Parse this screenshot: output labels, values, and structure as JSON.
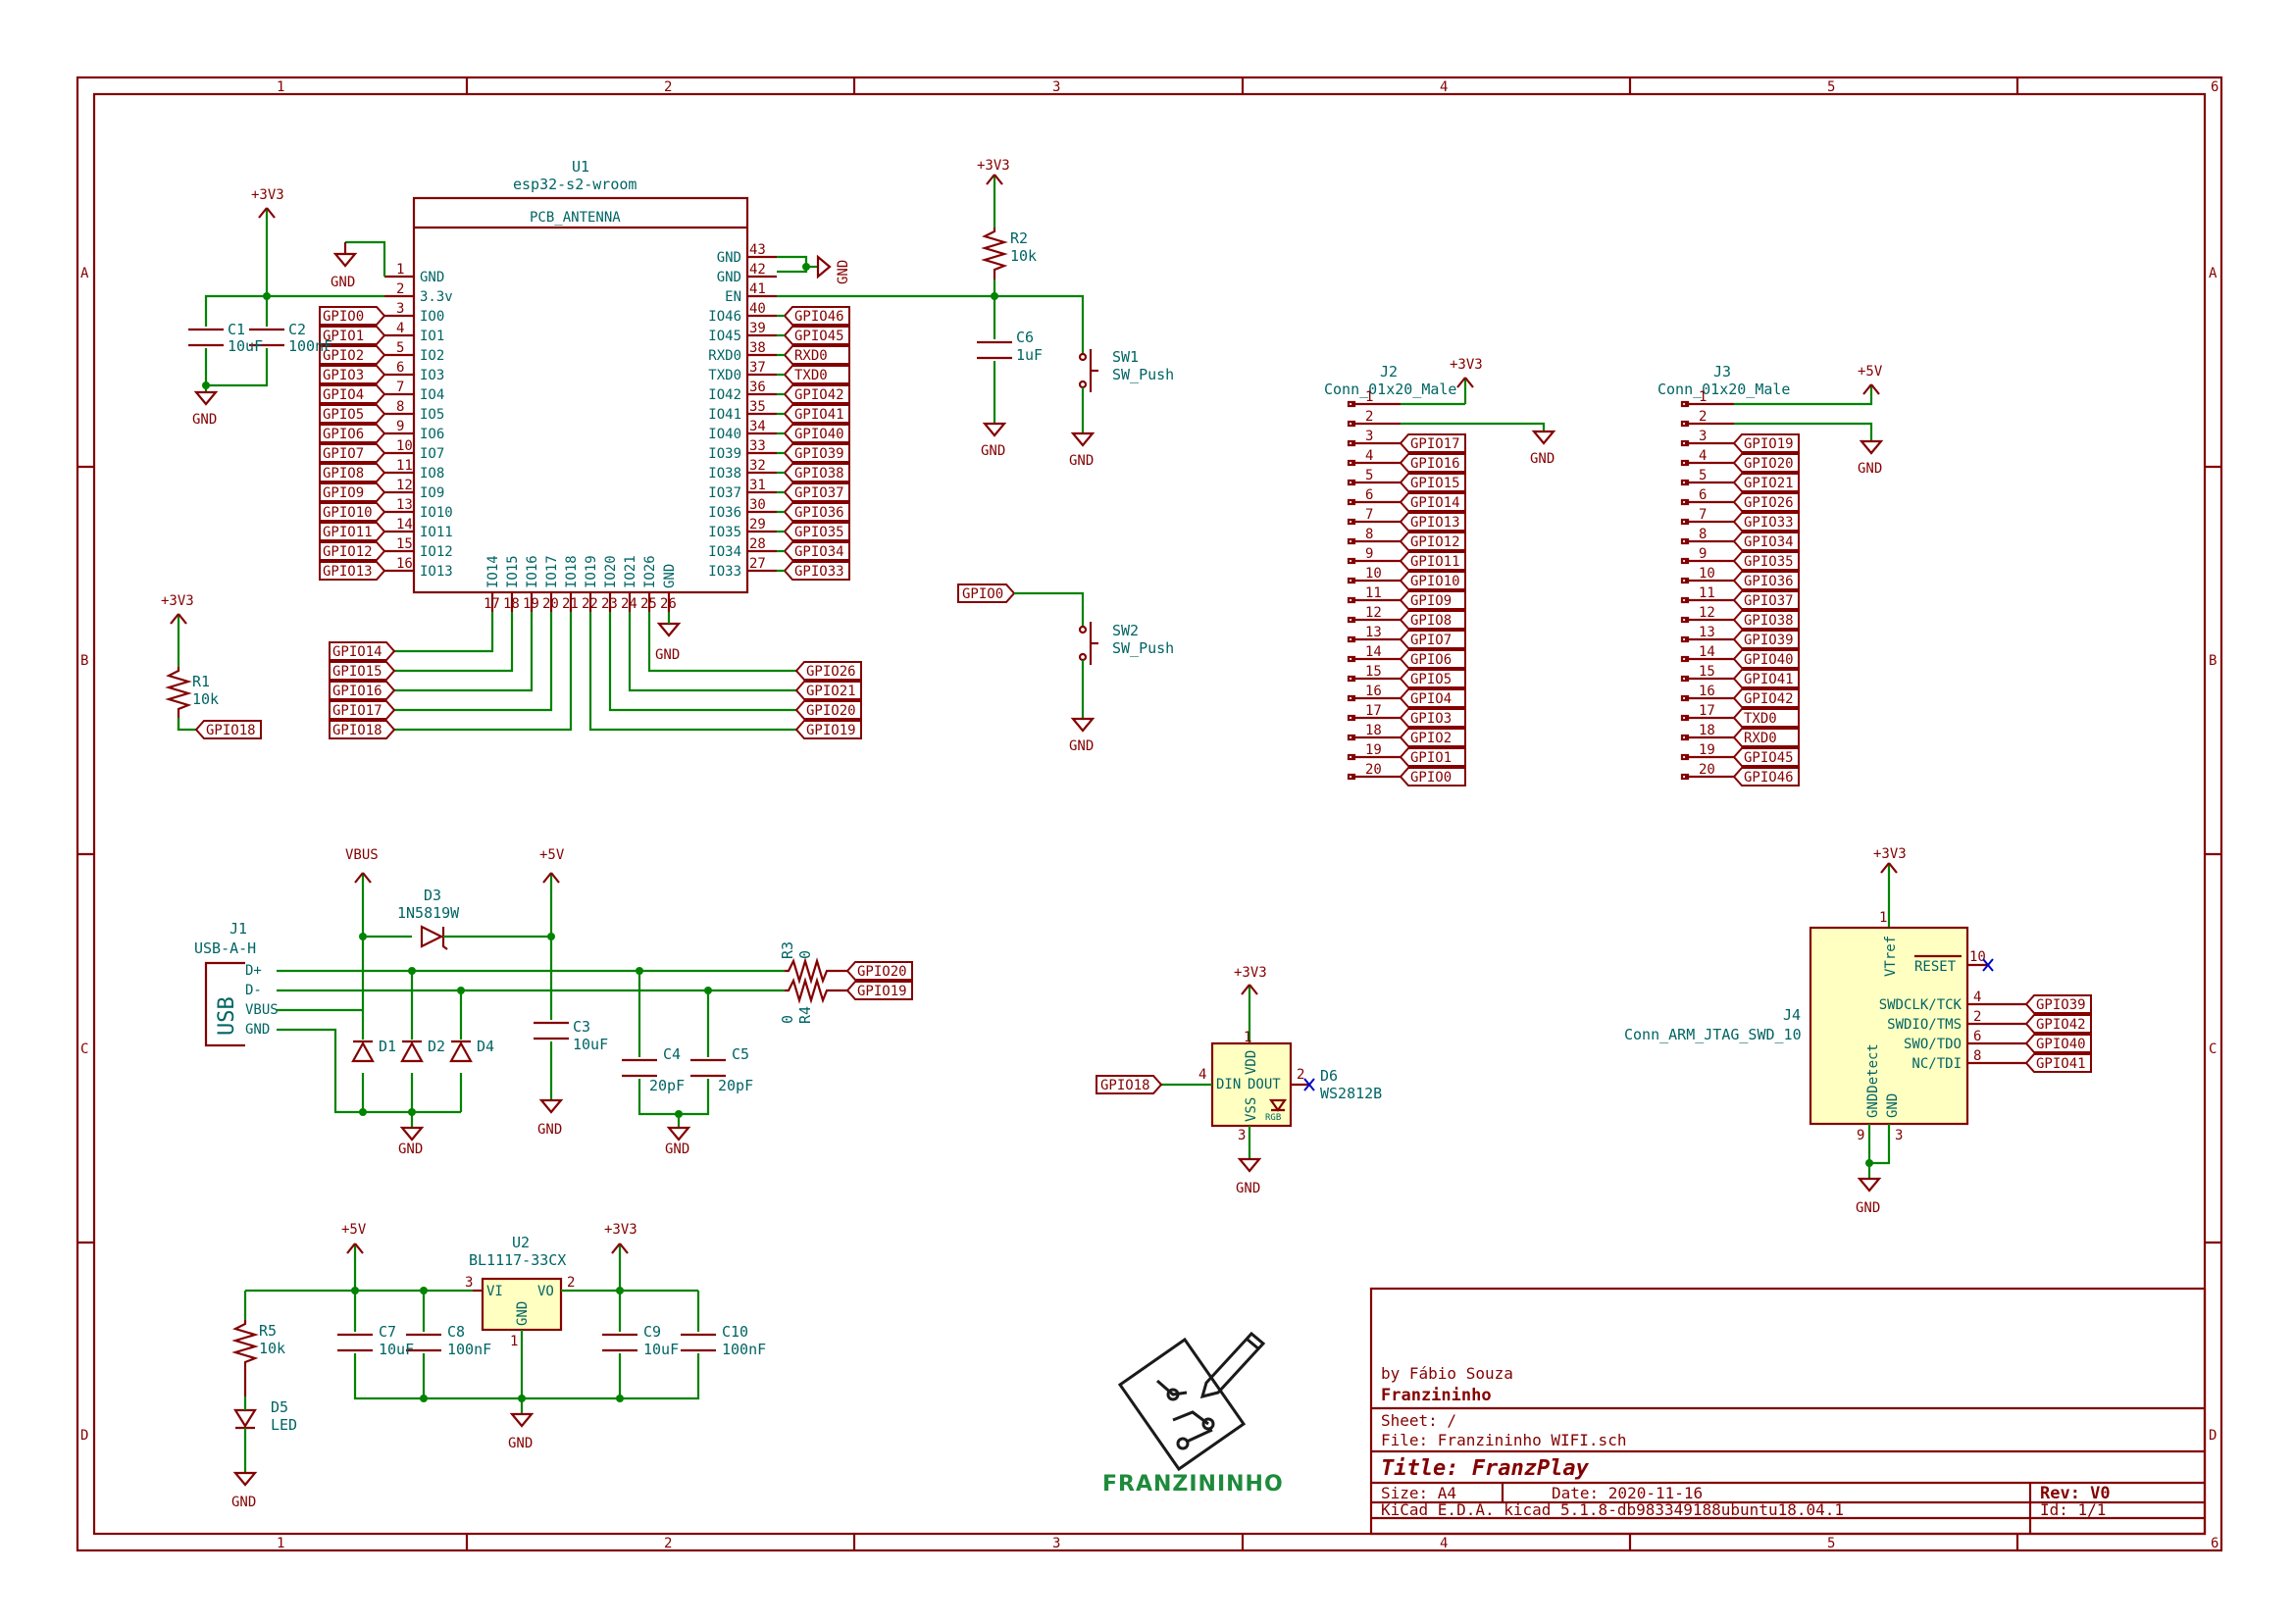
{
  "grid": {
    "cols": [
      "1",
      "2",
      "3",
      "4",
      "5",
      "6"
    ],
    "rows": [
      "A",
      "B",
      "C",
      "D"
    ]
  },
  "u1": {
    "ref": "U1",
    "value": "esp32-s2-wroom",
    "antenna": "PCB_ANTENNA",
    "left_pins": [
      {
        "num": "1",
        "name": "GND"
      },
      {
        "num": "2",
        "name": "3.3v"
      },
      {
        "num": "3",
        "name": "IO0"
      },
      {
        "num": "4",
        "name": "IO1"
      },
      {
        "num": "5",
        "name": "IO2"
      },
      {
        "num": "6",
        "name": "IO3"
      },
      {
        "num": "7",
        "name": "IO4"
      },
      {
        "num": "8",
        "name": "IO5"
      },
      {
        "num": "9",
        "name": "IO6"
      },
      {
        "num": "10",
        "name": "IO7"
      },
      {
        "num": "11",
        "name": "IO8"
      },
      {
        "num": "12",
        "name": "IO9"
      },
      {
        "num": "13",
        "name": "IO10"
      },
      {
        "num": "14",
        "name": "IO11"
      },
      {
        "num": "15",
        "name": "IO12"
      },
      {
        "num": "16",
        "name": "IO13"
      }
    ],
    "left_labels": [
      "GPIO0",
      "GPIO1",
      "GPIO2",
      "GPIO3",
      "GPIO4",
      "GPIO5",
      "GPIO6",
      "GPIO7",
      "GPIO8",
      "GPIO9",
      "GPIO10",
      "GPIO11",
      "GPIO12",
      "GPIO13"
    ],
    "right_pins": [
      {
        "num": "43",
        "name": "GND"
      },
      {
        "num": "42",
        "name": "GND"
      },
      {
        "num": "41",
        "name": "EN"
      },
      {
        "num": "40",
        "name": "IO46"
      },
      {
        "num": "39",
        "name": "IO45"
      },
      {
        "num": "38",
        "name": "RXD0"
      },
      {
        "num": "37",
        "name": "TXD0"
      },
      {
        "num": "36",
        "name": "IO42"
      },
      {
        "num": "35",
        "name": "IO41"
      },
      {
        "num": "34",
        "name": "IO40"
      },
      {
        "num": "33",
        "name": "IO39"
      },
      {
        "num": "32",
        "name": "IO38"
      },
      {
        "num": "31",
        "name": "IO37"
      },
      {
        "num": "30",
        "name": "IO36"
      },
      {
        "num": "29",
        "name": "IO35"
      },
      {
        "num": "28",
        "name": "IO34"
      },
      {
        "num": "27",
        "name": "IO33"
      }
    ],
    "right_labels": [
      "GPIO46",
      "GPIO45",
      "RXD0",
      "TXD0",
      "GPIO42",
      "GPIO41",
      "GPIO40",
      "GPIO39",
      "GPIO38",
      "GPIO37",
      "GPIO36",
      "GPIO35",
      "GPIO34",
      "GPIO33"
    ],
    "bottom_pins": [
      {
        "num": "17",
        "name": "IO14"
      },
      {
        "num": "18",
        "name": "IO15"
      },
      {
        "num": "19",
        "name": "IO16"
      },
      {
        "num": "20",
        "name": "IO17"
      },
      {
        "num": "21",
        "name": "IO18"
      },
      {
        "num": "22",
        "name": "IO19"
      },
      {
        "num": "23",
        "name": "IO20"
      },
      {
        "num": "24",
        "name": "IO21"
      },
      {
        "num": "25",
        "name": "IO26"
      },
      {
        "num": "26",
        "name": "GND"
      }
    ],
    "bottom_left_labels": [
      "GPIO14",
      "GPIO15",
      "GPIO16",
      "GPIO17",
      "GPIO18"
    ],
    "bottom_right_labels": [
      "GPIO26",
      "GPIO21",
      "GPIO20",
      "GPIO19"
    ]
  },
  "power": {
    "v33": "+3V3",
    "v5": "+5V",
    "vbus": "VBUS",
    "gnd": "GND"
  },
  "c1": {
    "ref": "C1",
    "value": "10uF"
  },
  "c2": {
    "ref": "C2",
    "value": "100nF"
  },
  "r2": {
    "ref": "R2",
    "value": "10k"
  },
  "c6": {
    "ref": "C6",
    "value": "1uF"
  },
  "sw1": {
    "ref": "SW1",
    "value": "SW_Push"
  },
  "sw2": {
    "ref": "SW2",
    "value": "SW_Push",
    "label": "GPIO0"
  },
  "r1": {
    "ref": "R1",
    "value": "10k",
    "label": "GPIO18"
  },
  "j2": {
    "ref": "J2",
    "value": "Conn_01x20_Male",
    "pins": [
      "1",
      "2",
      "3",
      "4",
      "5",
      "6",
      "7",
      "8",
      "9",
      "10",
      "11",
      "12",
      "13",
      "14",
      "15",
      "16",
      "17",
      "18",
      "19",
      "20"
    ],
    "labels": [
      "GPIO17",
      "GPIO16",
      "GPIO15",
      "GPIO14",
      "GPIO13",
      "GPIO12",
      "GPIO11",
      "GPIO10",
      "GPIO9",
      "GPIO8",
      "GPIO7",
      "GPIO6",
      "GPIO5",
      "GPIO4",
      "GPIO3",
      "GPIO2",
      "GPIO1",
      "GPIO0"
    ]
  },
  "j3": {
    "ref": "J3",
    "value": "Conn_01x20_Male",
    "pins": [
      "1",
      "2",
      "3",
      "4",
      "5",
      "6",
      "7",
      "8",
      "9",
      "10",
      "11",
      "12",
      "13",
      "14",
      "15",
      "16",
      "17",
      "18",
      "19",
      "20"
    ],
    "labels": [
      "GPIO19",
      "GPIO20",
      "GPIO21",
      "GPIO26",
      "GPIO33",
      "GPIO34",
      "GPIO35",
      "GPIO36",
      "GPIO37",
      "GPIO38",
      "GPIO39",
      "GPIO40",
      "GPIO41",
      "GPIO42",
      "TXD0",
      "RXD0",
      "GPIO45",
      "GPIO46"
    ]
  },
  "j1": {
    "ref": "J1",
    "value": "USB-A-H",
    "body": "USB",
    "pins": [
      "D+",
      "D-",
      "VBUS",
      "GND"
    ]
  },
  "d3": {
    "ref": "D3",
    "value": "1N5819W"
  },
  "d1": {
    "ref": "D1"
  },
  "d2": {
    "ref": "D2"
  },
  "d4": {
    "ref": "D4"
  },
  "c3": {
    "ref": "C3",
    "value": "10uF"
  },
  "c4": {
    "ref": "C4",
    "value": "20pF"
  },
  "c5": {
    "ref": "C5",
    "value": "20pF"
  },
  "r3": {
    "ref": "R3",
    "value": "0",
    "label": "GPIO20"
  },
  "r4": {
    "ref": "R4",
    "value": "0",
    "label": "GPIO19"
  },
  "d6": {
    "ref": "D6",
    "value": "WS2812B",
    "din": "DIN",
    "dout": "DOUT",
    "vdd": "VDD",
    "vss": "VSS",
    "rgb": "RGB",
    "label": "GPIO18",
    "pin_din": "4",
    "pin_dout": "2",
    "pin_vdd": "1",
    "pin_vss": "3"
  },
  "j4": {
    "ref": "J4",
    "value": "Conn_ARM_JTAG_SWD_10",
    "vtref": "VTref",
    "reset": "RESET",
    "gnddetect": "GNDDetect",
    "gnd": "GND",
    "pins": [
      {
        "num": "4",
        "name": "SWDCLK/TCK",
        "label": "GPIO39"
      },
      {
        "num": "2",
        "name": "SWDIO/TMS",
        "label": "GPIO42"
      },
      {
        "num": "6",
        "name": "SWO/TDO",
        "label": "GPIO40"
      },
      {
        "num": "8",
        "name": "NC/TDI",
        "label": "GPIO41"
      }
    ],
    "pin_vtref": "1",
    "pin_reset": "10",
    "pin_gnddetect": "9",
    "pin_gnd": "3"
  },
  "u2": {
    "ref": "U2",
    "value": "BL1117-33CX",
    "vi": "VI",
    "vo": "VO",
    "gnd": "GND",
    "pin_vi": "3",
    "pin_vo": "2",
    "pin_gnd": "1"
  },
  "c7": {
    "ref": "C7",
    "value": "10uF"
  },
  "c8": {
    "ref": "C8",
    "value": "100nF"
  },
  "c9": {
    "ref": "C9",
    "value": "10uF"
  },
  "c10": {
    "ref": "C10",
    "value": "100nF"
  },
  "r5": {
    "ref": "R5",
    "value": "10k"
  },
  "d5": {
    "ref": "D5",
    "value": "LED"
  },
  "logo": {
    "text": "FRANZININHO"
  },
  "titleblock": {
    "author": "by Fábio Souza",
    "company": "Franzininho",
    "sheet": "Sheet: /",
    "file": "File: Franzininho WIFI.sch",
    "title": "Title: FranzPlay",
    "size": "Size: A4",
    "date": "Date: 2020-11-16",
    "rev": "Rev: V0",
    "tool": "KiCad E.D.A.  kicad 5.1.8-db983349188ubuntu18.04.1",
    "id": "Id: 1/1"
  }
}
